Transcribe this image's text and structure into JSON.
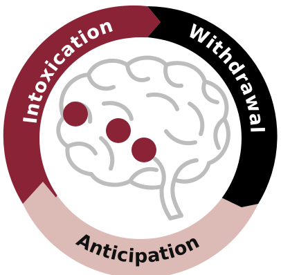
{
  "cycle": {
    "segments": [
      {
        "id": "intoxication",
        "label": "Intoxication",
        "color": "#8b2336",
        "text_color": "#ffffff"
      },
      {
        "id": "withdrawal",
        "label": "Withdrawal",
        "color": "#000000",
        "text_color": "#ffffff"
      },
      {
        "id": "anticipation",
        "label": "Anticipation",
        "color": "#dcbbb7",
        "text_color": "#111111"
      }
    ],
    "brain": {
      "outline_color": "#bdbdbd",
      "spot_color": "#8b2336",
      "spot_count": 3
    }
  }
}
